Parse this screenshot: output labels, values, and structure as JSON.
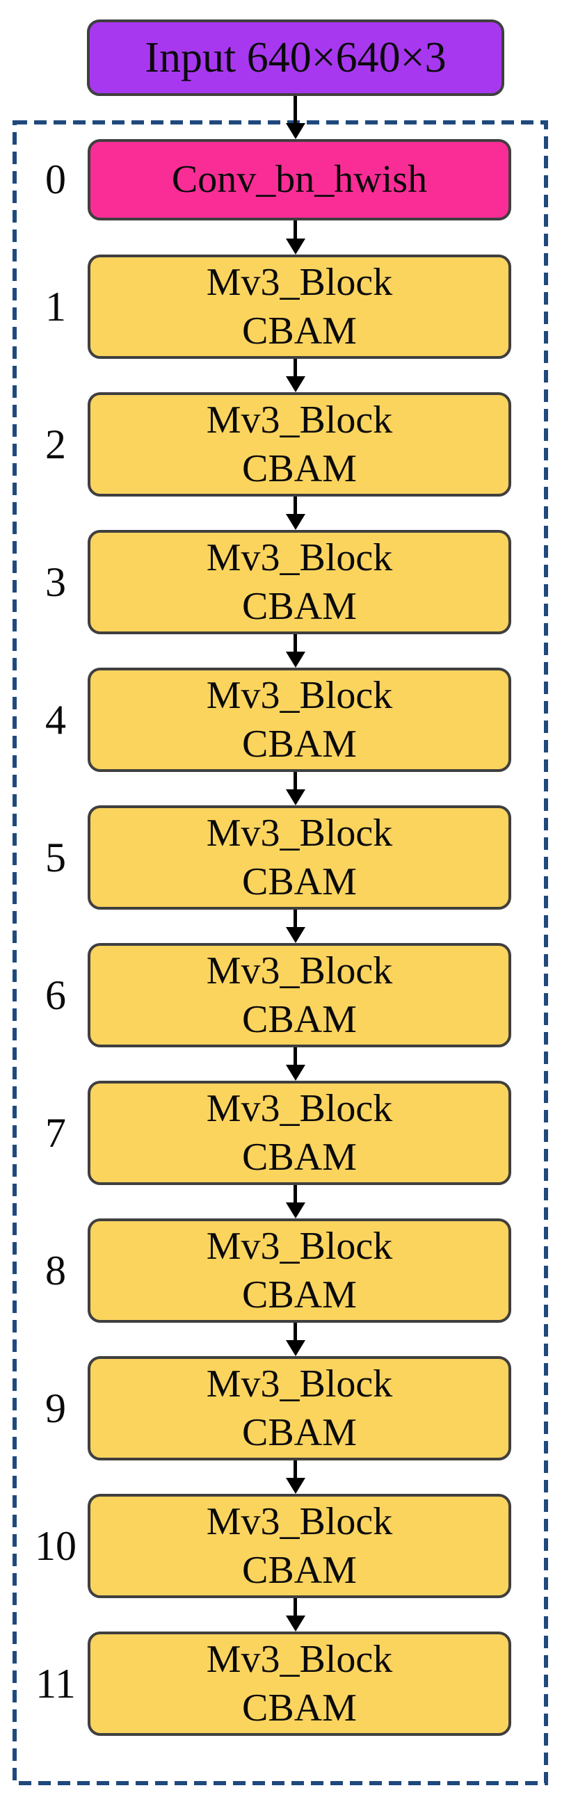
{
  "diagram": {
    "input_node": {
      "label": "Input 640×640×3"
    },
    "backbone": {
      "stem": {
        "index": "0",
        "label": "Conv_bn_hwish"
      },
      "blocks": [
        {
          "index": "1",
          "line1": "Mv3_Block",
          "line2": "CBAM"
        },
        {
          "index": "2",
          "line1": "Mv3_Block",
          "line2": "CBAM"
        },
        {
          "index": "3",
          "line1": "Mv3_Block",
          "line2": "CBAM"
        },
        {
          "index": "4",
          "line1": "Mv3_Block",
          "line2": "CBAM"
        },
        {
          "index": "5",
          "line1": "Mv3_Block",
          "line2": "CBAM"
        },
        {
          "index": "6",
          "line1": "Mv3_Block",
          "line2": "CBAM"
        },
        {
          "index": "7",
          "line1": "Mv3_Block",
          "line2": "CBAM"
        },
        {
          "index": "8",
          "line1": "Mv3_Block",
          "line2": "CBAM"
        },
        {
          "index": "9",
          "line1": "Mv3_Block",
          "line2": "CBAM"
        },
        {
          "index": "10",
          "line1": "Mv3_Block",
          "line2": "CBAM"
        },
        {
          "index": "11",
          "line1": "Mv3_Block",
          "line2": "CBAM"
        }
      ]
    },
    "colors": {
      "input_fill": "#A838F0",
      "stem_fill": "#FA2D96",
      "block_fill": "#FBD45E",
      "frame_stroke": "#1F497D",
      "box_border": "#3F3F3F",
      "arrow": "#000000",
      "text": "#0A0A0A"
    }
  }
}
